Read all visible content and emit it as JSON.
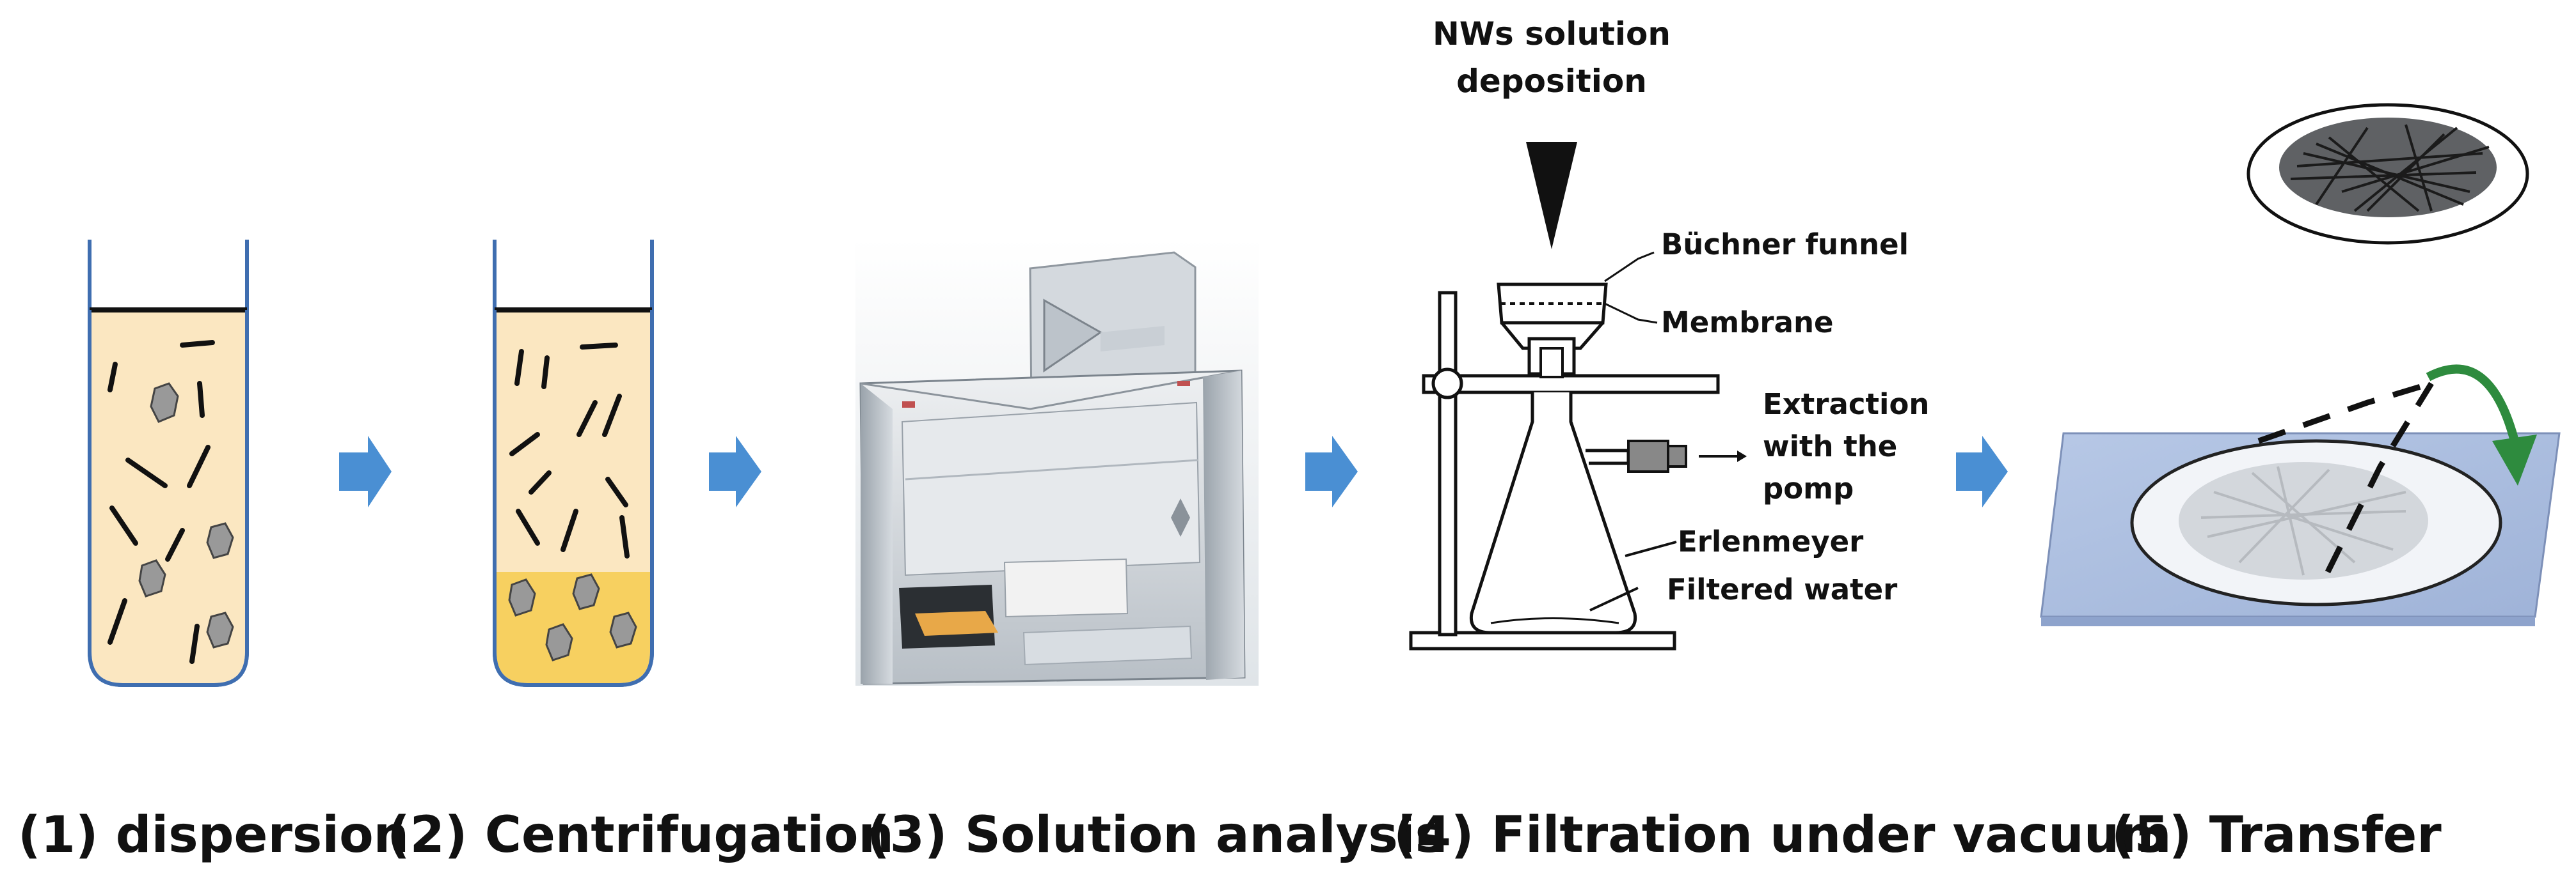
{
  "steps": [
    {
      "label": "(1) dispersion"
    },
    {
      "label": "(2) Centrifugation"
    },
    {
      "label": "(3) Solution analysis"
    },
    {
      "label": "(4) Filtration under vacuum"
    },
    {
      "label": "(5) Transfer"
    }
  ],
  "filtration": {
    "deposition_line1": "NWs solution",
    "deposition_line2": "deposition",
    "buchner_funnel": "Büchner funnel",
    "membrane": "Membrane",
    "extraction_line1": "Extraction",
    "extraction_line2": "with the",
    "extraction_line3": "pomp",
    "erlenmeyer": "Erlenmeyer",
    "filtered_water": "Filtered water"
  },
  "colors": {
    "arrow": "#4a8fd3",
    "solution": "#fbe7c1",
    "sediment": "#f7d060",
    "tube_outline": "#3f6eb0",
    "transfer_arrow": "#2e8b3e",
    "substrate": "#a9bde0"
  }
}
